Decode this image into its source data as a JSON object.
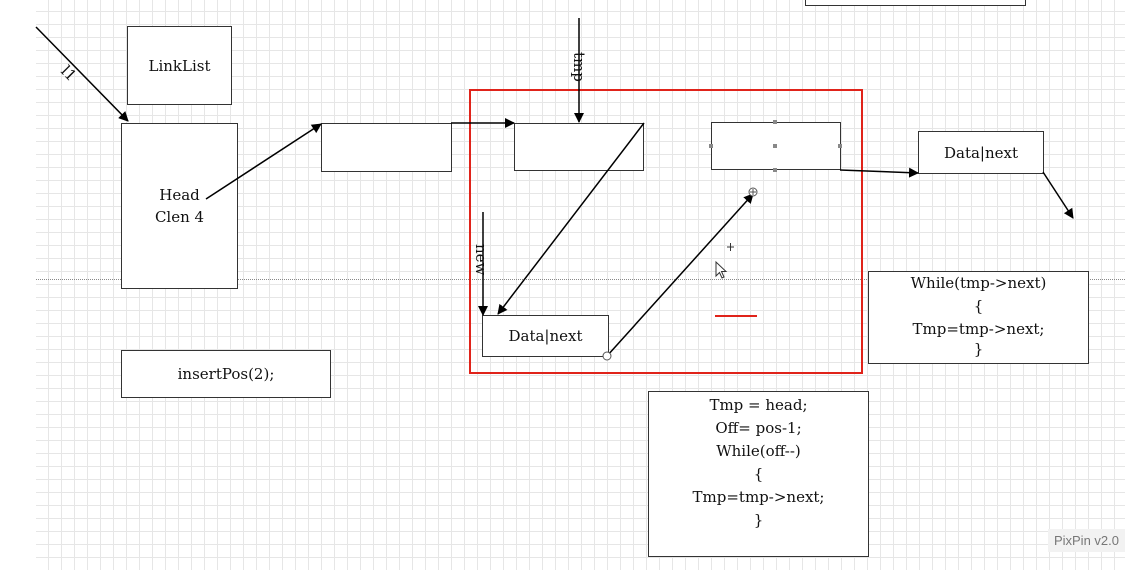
{
  "diagram": {
    "nodes": {
      "linklist": "LinkList",
      "head_line1": "Head",
      "head_line2": "Clen 4",
      "insert_call": "insertPos(2);",
      "new_node": "Data|next",
      "right_node": "Data|next"
    },
    "labels": {
      "l1": "l1",
      "tmp": "tmp",
      "new": "new"
    },
    "code_while": [
      "While(tmp->next)",
      "{",
      "Tmp=tmp->next;",
      "}"
    ],
    "code_insert": [
      "Tmp = head;",
      "Off= pos-1;",
      "While(off--)",
      "{",
      "Tmp=tmp->next;",
      "}"
    ]
  },
  "colors": {
    "selection": "#e0231a",
    "line": "#000000",
    "grid": "#e6e6e6"
  },
  "watermark": "PixPin v2.0"
}
